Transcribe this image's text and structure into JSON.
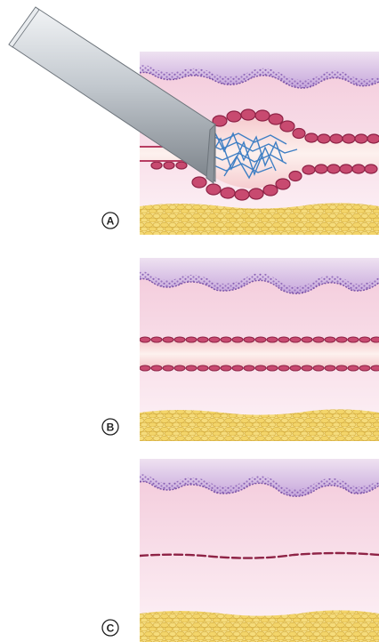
{
  "panels": [
    {
      "label": "A"
    },
    {
      "label": "B"
    },
    {
      "label": "C"
    }
  ],
  "colors": {
    "background": "#ffffff",
    "dermis": "#f7dbe6",
    "dermis_light": "#fbeef3",
    "epidermis_top": "#e4cfe8",
    "epidermis_cells": "#9d79c2",
    "epidermis_dark": "#7d55a8",
    "vessel_wall": "#c4466b",
    "vessel_wall_dark": "#8e2346",
    "vessel_lumen": "#fbe8e4",
    "fat": "#f2d774",
    "fat_outline": "#d8b246",
    "fibers": "#4a86c8",
    "probe": "#c9ced3",
    "probe_dark": "#7c838a"
  }
}
